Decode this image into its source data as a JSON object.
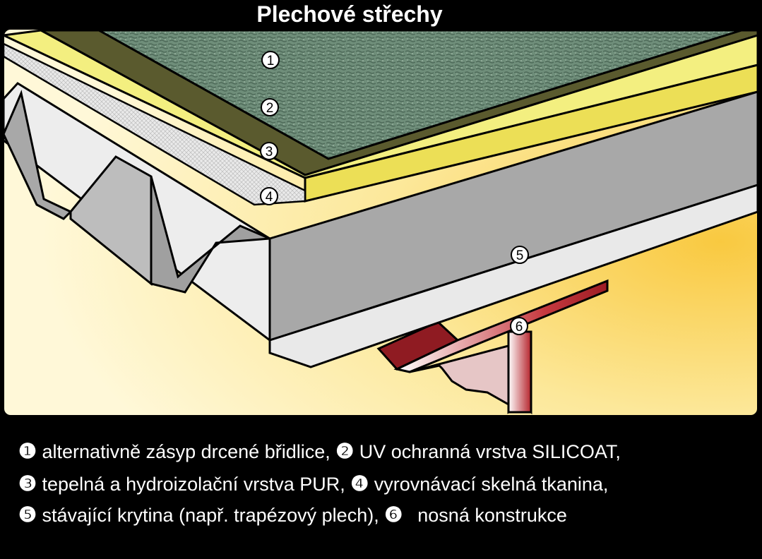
{
  "title": "Plechové střechy",
  "callouts": [
    "1",
    "2",
    "3",
    "4",
    "5",
    "6"
  ],
  "legend": {
    "line1": [
      {
        "num": "❶",
        "text": "alternativně zásyp drcené břidlice,"
      },
      {
        "num": "❷",
        "text": "UV ochranná vrstva SILICOAT,"
      }
    ],
    "line2": [
      {
        "num": "❸",
        "text": "tepelná a hydroizolační vrstva PUR,"
      },
      {
        "num": "❹",
        "text": "vyrovnávací skelná tkanina,"
      }
    ],
    "line3": [
      {
        "num": "❺",
        "text": "stávající krytina (např. trapézový plech),"
      },
      {
        "num": "❻",
        "text": "nosná konstrukce"
      }
    ]
  },
  "colors": {
    "background": "#000000",
    "gravel": "#6f8e7a",
    "silicoat": "#5a5a2e",
    "pur": "#f3ef80",
    "fabric": "#e8e8e8",
    "sheet": "#a8a8a8",
    "beam": "#b5242c",
    "panel_light": "#fff8d6",
    "panel_warm": "#f9c940"
  }
}
